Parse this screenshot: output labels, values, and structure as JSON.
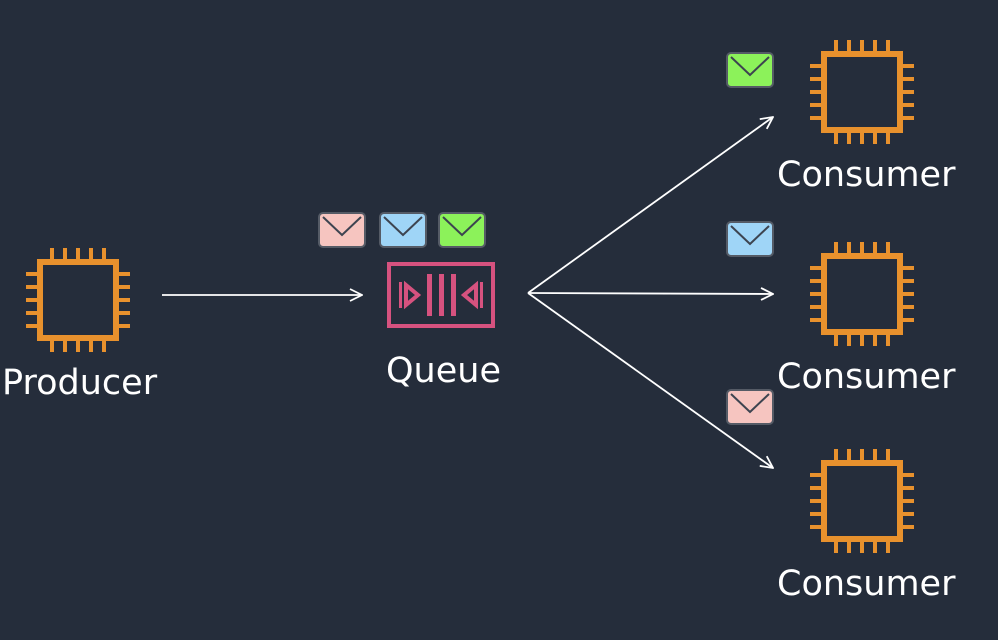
{
  "diagram": {
    "type": "message-queue-fanout",
    "producer": {
      "label": "Producer",
      "icon": "chip-icon"
    },
    "queue": {
      "label": "Queue",
      "icon": "queue-icon",
      "messages": [
        {
          "icon": "envelope-icon",
          "color": "#f6c5c0"
        },
        {
          "icon": "envelope-icon",
          "color": "#9fd5f7"
        },
        {
          "icon": "envelope-icon",
          "color": "#8cf25a"
        }
      ]
    },
    "consumers": [
      {
        "label": "Consumer",
        "icon": "chip-icon",
        "message_color": "#8cf25a"
      },
      {
        "label": "Consumer",
        "icon": "chip-icon",
        "message_color": "#9fd5f7"
      },
      {
        "label": "Consumer",
        "icon": "chip-icon",
        "message_color": "#f6c5c0"
      }
    ]
  },
  "colors": {
    "background": "#252d3b",
    "chip": "#e8912d",
    "queue": "#d6527f",
    "arrow": "#ffffff",
    "envelope_border": "#555b66"
  }
}
